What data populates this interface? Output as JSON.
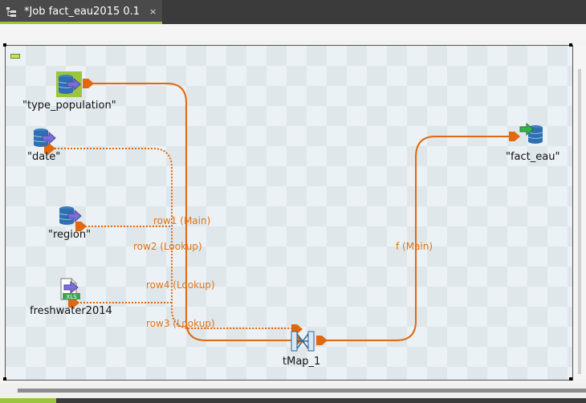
{
  "tab": {
    "title": "*Job fact_eau2015 0.1",
    "close": "×"
  },
  "components": {
    "type_population": "\"type_population\"",
    "date": "\"date\"",
    "region": "\"region\"",
    "freshwater": "freshwater2014",
    "fact_eau": "\"fact_eau\"",
    "tmap": "tMap_1",
    "xls_badge": "XLS"
  },
  "connections": {
    "row1": "row1 (Main)",
    "row2": "row2 (Lookup)",
    "row4": "row4 (Lookup)",
    "row3": "row3 (Lookup)",
    "f": "f (Main)"
  },
  "colors": {
    "link": "#e0680f",
    "accent": "#9bc53d"
  }
}
